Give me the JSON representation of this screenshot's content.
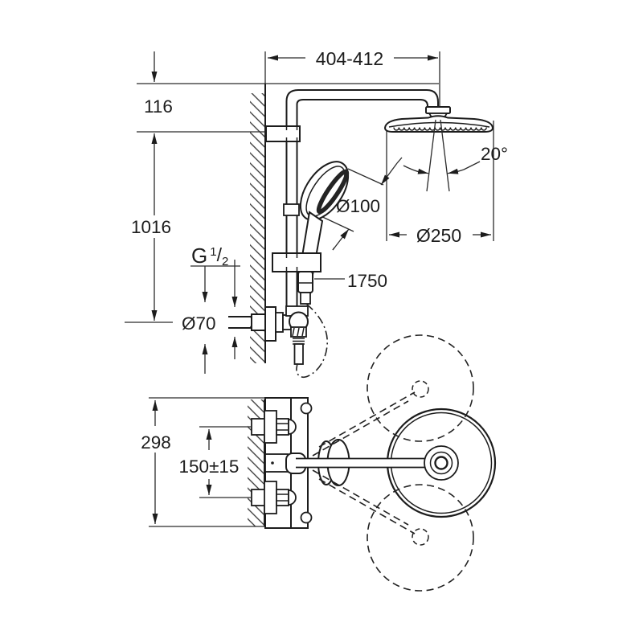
{
  "drawing": {
    "type": "technical-dimension-drawing",
    "subject": "shower-system-with-thermostat",
    "background_color": "#ffffff",
    "line_color": "#1c1c1c",
    "labels": {
      "arm_reach": "404-412",
      "head_offset": "116",
      "rail_height": "1016",
      "spray_angle": "20°",
      "hand_shower_diameter": "Ø100",
      "head_shower_diameter": "Ø250",
      "thread_prefix": "G",
      "thread_numerator": "1",
      "thread_slash": "/",
      "thread_denominator": "2",
      "hose_length": "1750",
      "escutcheon_diameter": "Ø70",
      "valve_height": "298",
      "connection_spacing": "150±15"
    }
  }
}
